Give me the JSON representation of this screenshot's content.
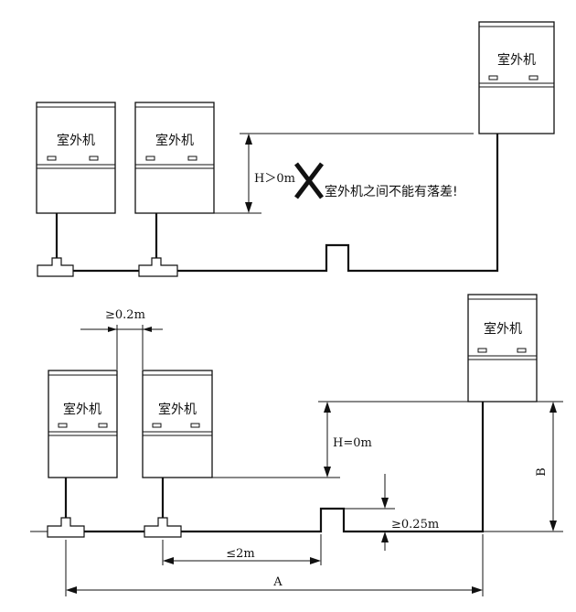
{
  "unit_label": "室外机",
  "top_diagram": {
    "height_label": "H＞0m",
    "warning_text": "室外机之间不能有落差!"
  },
  "bottom_diagram": {
    "gap_label": "≥0.2m",
    "height_label": "H=0m",
    "rise_label": "≥0.25m",
    "spacing_label": "≤2m",
    "length_label": "A",
    "vertical_label": "B"
  }
}
